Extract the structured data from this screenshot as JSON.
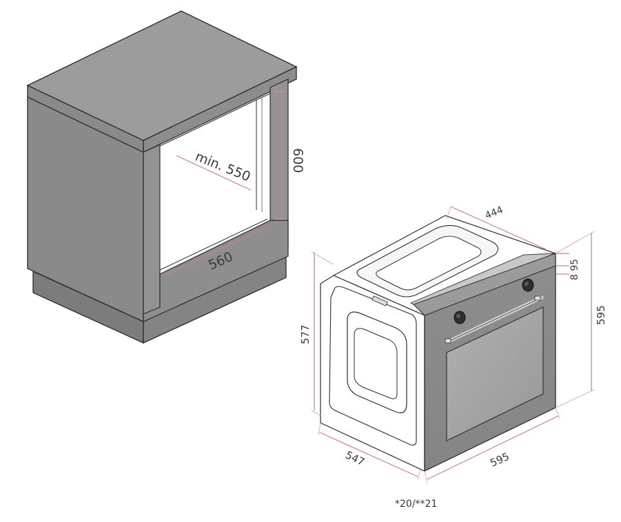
{
  "cabinet": {
    "depth_label": "min. 550",
    "height_label": "600",
    "width_label": "560"
  },
  "oven": {
    "top_depth_label": "444",
    "panel_dims_label": "8 95",
    "height_label": "595",
    "side_height_label": "577",
    "depth_label": "547",
    "width_label": "595",
    "footnote": "*20/**21"
  },
  "colors": {
    "cabinet_top": "#9a9a9a",
    "cabinet_front": "#8f8f8f",
    "cabinet_side": "#8a8a8a",
    "dimension_line": "#c98484",
    "oven_front": "#8c8c8c",
    "oven_glass": "#a3a3a3",
    "outline": "#2b2b2b"
  }
}
